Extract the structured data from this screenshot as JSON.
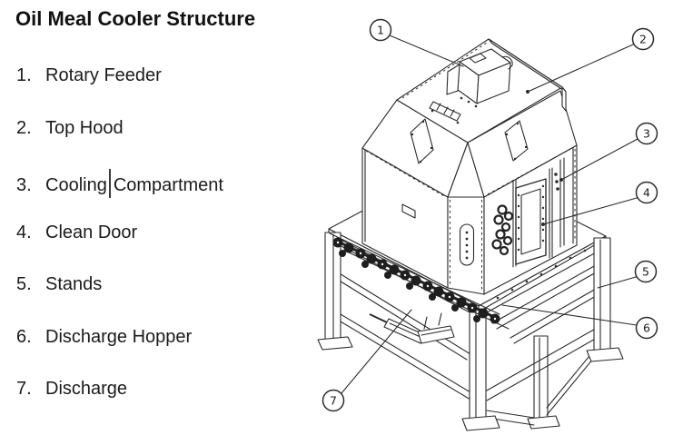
{
  "title": "Oil Meal Cooler Structure",
  "list": {
    "items": [
      {
        "number": "1.",
        "label": "Rotary Feeder"
      },
      {
        "number": "2.",
        "label": "Top Hood"
      },
      {
        "number": "3.",
        "label": "Cooling Compartment",
        "label_before_cursor": "Cooling",
        "label_after_cursor": "Compartment",
        "has_text_cursor": true
      },
      {
        "number": "4.",
        "label": "Clean Door"
      },
      {
        "number": "5.",
        "label": "Stands"
      },
      {
        "number": "6.",
        "label": "Discharge Hopper"
      },
      {
        "number": "7.",
        "label": "Discharge"
      }
    ]
  },
  "diagram": {
    "description": "Isometric technical line drawing of an oil meal counterflow cooler",
    "callouts": [
      {
        "label": "1",
        "target": "Rotary Feeder"
      },
      {
        "label": "2",
        "target": "Top Hood"
      },
      {
        "label": "3",
        "target": "Cooling Compartment"
      },
      {
        "label": "4",
        "target": "Clean Door"
      },
      {
        "label": "5",
        "target": "Stands"
      },
      {
        "label": "6",
        "target": "Discharge Hopper"
      },
      {
        "label": "7",
        "target": "Discharge"
      }
    ]
  },
  "colors": {
    "text": "#1b1b1b",
    "line": "#2b2b2b",
    "background": "#ffffff"
  }
}
